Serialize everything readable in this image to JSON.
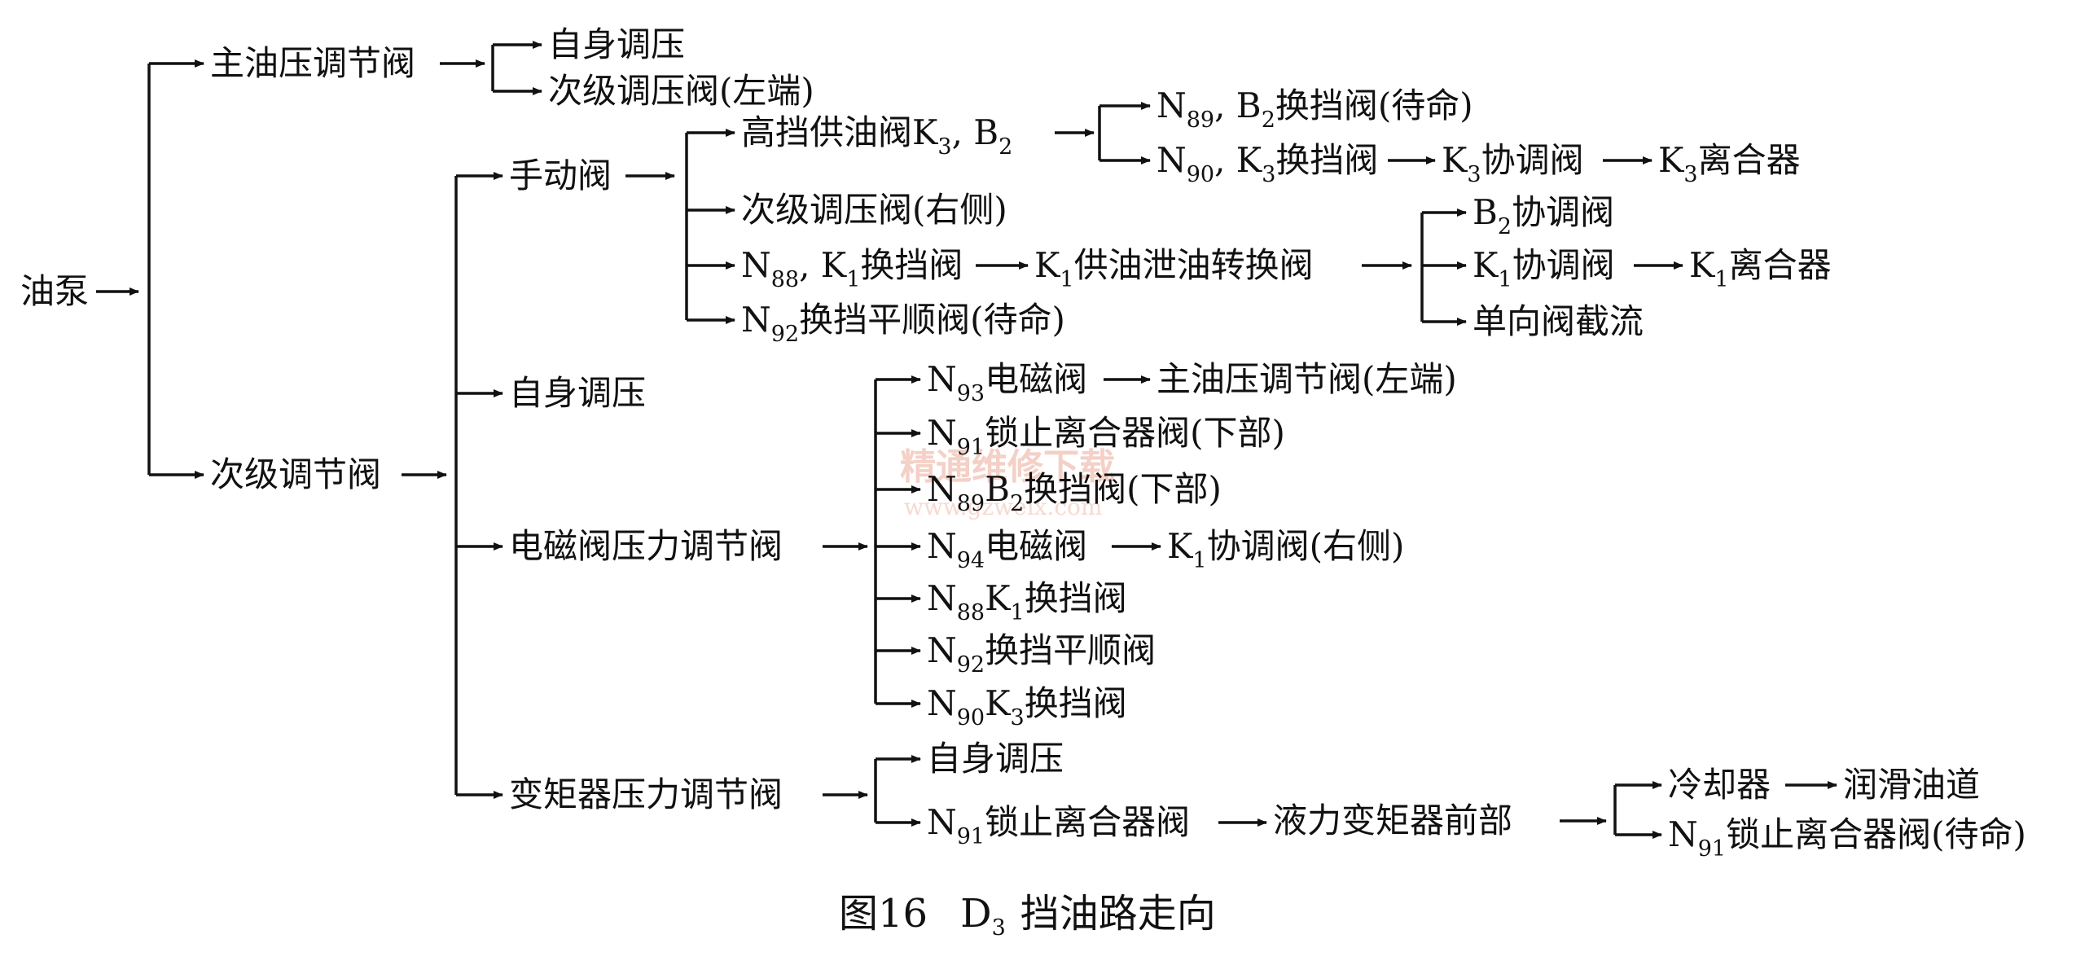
{
  "nodes": {
    "pump": "油泵",
    "main_valve": "主油压调节阀",
    "main_self": "自身调压",
    "sec_reg_left": "次级调压阀(左端)",
    "sec_valve": "次级调节阀",
    "manual_valve": "手动阀",
    "high_supply_a": "高挡供油阀K",
    "high_supply_s1": "3",
    "high_supply_b": ", B",
    "high_supply_s2": "2",
    "n89_a": "N",
    "n89_s1": "89",
    "n89_b": ", B",
    "n89_s2": "2",
    "n89_c": "换挡阀(待命)",
    "n90_a": "N",
    "n90_s1": "90",
    "n90_b": ", K",
    "n90_s2": "3",
    "n90_c": "换挡阀",
    "k3_coord_a": "K",
    "k3_coord_s": "3",
    "k3_coord_b": "协调阀",
    "k3_clutch_a": "K",
    "k3_clutch_s": "3",
    "k3_clutch_b": "离合器",
    "sec_reg_right": "次级调压阀(右侧)",
    "n88_a": "N",
    "n88_s1": "88",
    "n88_b": ", K",
    "n88_s2": "1",
    "n88_c": "换挡阀",
    "k1_supply_a": "K",
    "k1_supply_s": "1",
    "k1_supply_b": "供油泄油转换阀",
    "b2_coord_a": "B",
    "b2_coord_s": "2",
    "b2_coord_b": "协调阀",
    "k1_coord_a": "K",
    "k1_coord_s": "1",
    "k1_coord_b": "协调阀",
    "k1_clutch_a": "K",
    "k1_clutch_s": "1",
    "k1_clutch_b": "离合器",
    "check_valve": "单向阀截流",
    "n92_standby_a": "N",
    "n92_standby_s": "92",
    "n92_standby_b": "换挡平顺阀(待命)",
    "sec_self": "自身调压",
    "solenoid_valve": "电磁阀压力调节阀",
    "n93_a": "N",
    "n93_s": "93",
    "n93_b": "电磁阀",
    "main_left": "主油压调节阀(左端)",
    "n91_lower_a": "N",
    "n91_lower_s": "91",
    "n91_lower_b": "锁止离合器阀(下部)",
    "n89_lower_a": "N",
    "n89_lower_s1": "89",
    "n89_lower_b": "B",
    "n89_lower_s2": "2",
    "n89_lower_c": "换挡阀(下部)",
    "n94_a": "N",
    "n94_s": "94",
    "n94_b": "电磁阀",
    "k1_coord_right_a": "K",
    "k1_coord_right_s": "1",
    "k1_coord_right_b": "协调阀(右侧)",
    "n88k1_a": "N",
    "n88k1_s1": "88",
    "n88k1_b": "K",
    "n88k1_s2": "1",
    "n88k1_c": "换挡阀",
    "n92_a": "N",
    "n92_s": "92",
    "n92_b": "换挡平顺阀",
    "n90k3_a": "N",
    "n90k3_s1": "90",
    "n90k3_b": "K",
    "n90k3_s2": "3",
    "n90k3_c": "换挡阀",
    "tc_valve": "变矩器压力调节阀",
    "tc_self": "自身调压",
    "n91_a": "N",
    "n91_s": "91",
    "n91_b": "锁止离合器阀",
    "tc_front": "液力变矩器前部",
    "cooler": "冷却器",
    "lube": "润滑油道",
    "n91_standby_a": "N",
    "n91_standby_s": "91",
    "n91_standby_b": "锁止离合器阀(待命)"
  },
  "caption": {
    "fig": "图16",
    "d": "D",
    "d_sub": "3",
    "title": "挡油路走向"
  },
  "watermark": {
    "text": "精通维修下载",
    "url": "www.gzweix.com"
  },
  "colors": {
    "line": "#111111",
    "watermark": "#f3c8bd"
  }
}
